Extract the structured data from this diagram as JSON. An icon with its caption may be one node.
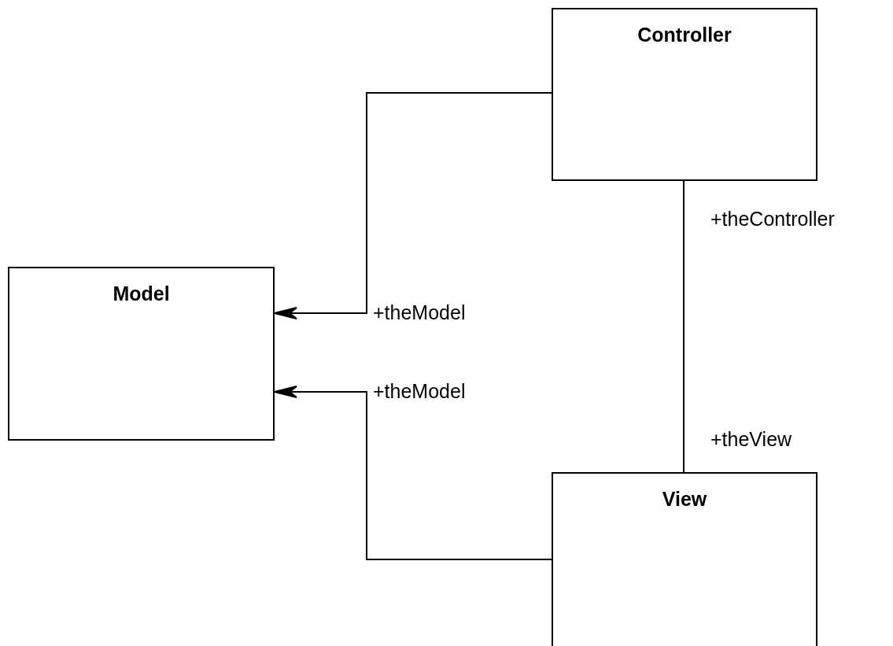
{
  "diagram": {
    "nodes": [
      {
        "text": [
          "Controller"
        ]
      },
      {
        "text": [
          "Model"
        ]
      },
      {
        "text": [
          "View"
        ]
      }
    ],
    "edges": [
      {
        "from": 0,
        "to": 1,
        "arrow": "to",
        "label": "+theModel"
      },
      {
        "from": 2,
        "to": 1,
        "arrow": "to",
        "label": "+theModel"
      },
      {
        "from": 0,
        "to": 2,
        "arrow": "none"
      }
    ],
    "labels": [
      "+theController",
      "+theView"
    ]
  }
}
